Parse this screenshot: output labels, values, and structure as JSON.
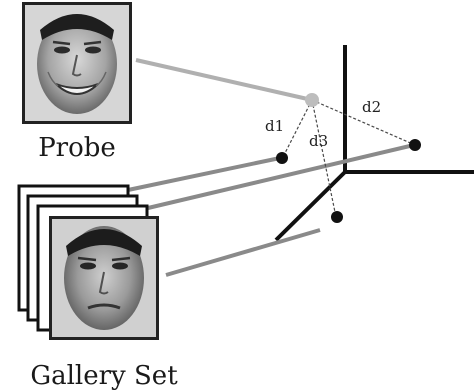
{
  "probe": {
    "label": "Probe"
  },
  "gallery": {
    "label": "Gallery Set"
  },
  "distances": {
    "d1": "d1",
    "d2": "d2",
    "d3": "d3"
  },
  "colors": {
    "axis": "#111111",
    "probe_line": "#b0b0b0",
    "gallery_line": "#8a8a8a",
    "dashed": "#4a4a4a",
    "probe_point": "#bdbdbd",
    "gallery_point": "#111111"
  },
  "icons": {
    "probe_face": "face-photo-icon",
    "gallery_face": "face-photo-icon"
  }
}
